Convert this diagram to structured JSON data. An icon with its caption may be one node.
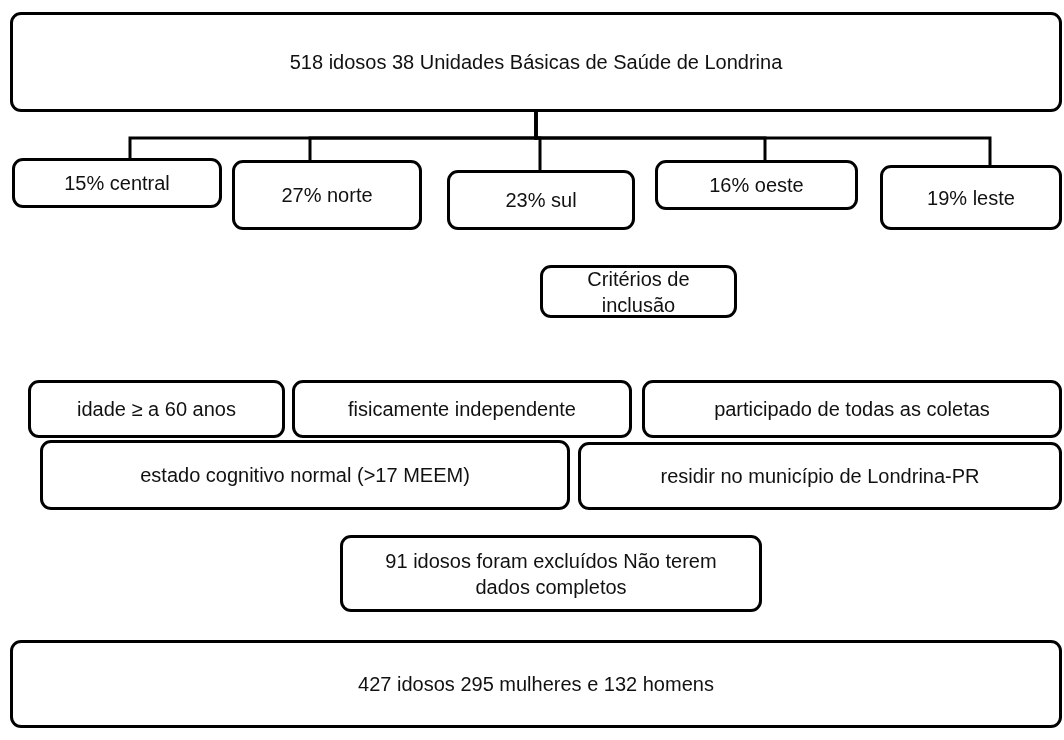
{
  "diagram": {
    "nodes": [
      {
        "text": [
          "518 idosos 38 Unidades Básicas de Saúde de Londrina"
        ]
      },
      {
        "text": [
          "15% central"
        ]
      },
      {
        "text": [
          "27% norte"
        ]
      },
      {
        "text": [
          "23% sul"
        ]
      },
      {
        "text": [
          "16% oeste"
        ]
      },
      {
        "text": [
          "19% leste"
        ]
      },
      {
        "text": [
          "Critérios de inclusão"
        ]
      },
      {
        "text": [
          "idade ≥ a 60 anos"
        ]
      },
      {
        "text": [
          "fisicamente independente"
        ]
      },
      {
        "text": [
          "participado de todas as coletas"
        ]
      },
      {
        "text": [
          "estado cognitivo normal (>17 MEEM)"
        ]
      },
      {
        "text": [
          "residir no município de Londrina-PR"
        ]
      },
      {
        "text": [
          "91 idosos foram excluídos Não terem dados completos"
        ]
      },
      {
        "text": [
          "427 idosos 295 mulheres e 132 homens"
        ]
      }
    ],
    "edges": [
      {
        "from": 0,
        "to": 1,
        "arrow": "none"
      },
      {
        "from": 0,
        "to": 2,
        "arrow": "none"
      },
      {
        "from": 0,
        "to": 3,
        "arrow": "none"
      },
      {
        "from": 0,
        "to": 4,
        "arrow": "none"
      },
      {
        "from": 0,
        "to": 5,
        "arrow": "none"
      }
    ]
  }
}
